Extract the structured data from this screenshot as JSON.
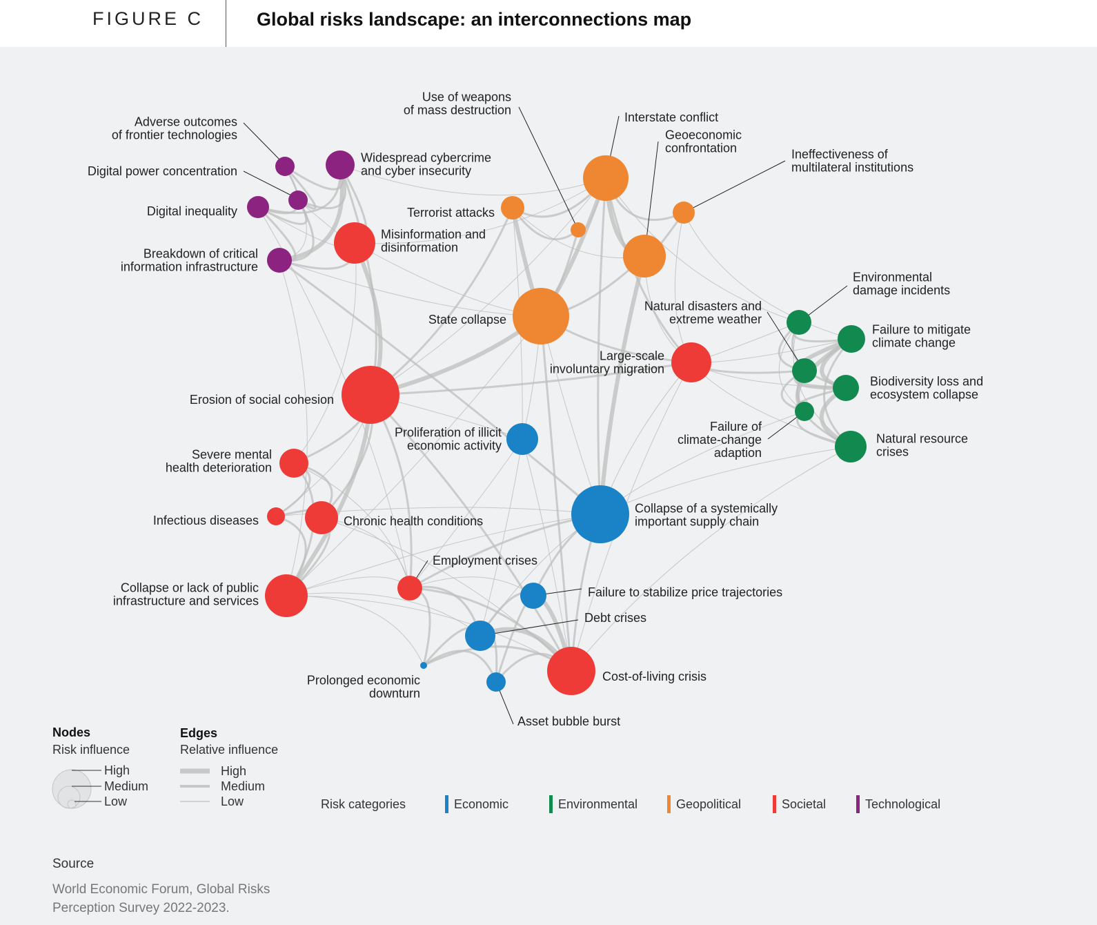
{
  "header": {
    "figure_label": "FIGURE C",
    "title": "Global risks landscape: an interconnections map"
  },
  "colors": {
    "Economic": "#1a82c7",
    "Environmental": "#12894f",
    "Geopolitical": "#ef8632",
    "Societal": "#ef3b38",
    "Technological": "#8c2380"
  },
  "nodes": [
    {
      "id": "frontier",
      "label": [
        "Adverse outcomes",
        "of frontier technologies"
      ],
      "category": "Technological",
      "influence": "low"
    },
    {
      "id": "cyber",
      "label": [
        "Widespread cybercrime",
        "and cyber insecurity"
      ],
      "category": "Technological",
      "influence": "medium"
    },
    {
      "id": "power",
      "label": [
        "Digital power concentration"
      ],
      "category": "Technological",
      "influence": "low"
    },
    {
      "id": "inequality",
      "label": [
        "Digital inequality"
      ],
      "category": "Technological",
      "influence": "low"
    },
    {
      "id": "infra",
      "label": [
        "Breakdown of critical",
        "information infrastructure"
      ],
      "category": "Technological",
      "influence": "low"
    },
    {
      "id": "misinfo",
      "label": [
        "Misinformation and",
        "disinformation"
      ],
      "category": "Societal",
      "influence": "medium"
    },
    {
      "id": "wmd",
      "label": [
        "Use of weapons",
        "of mass destruction"
      ],
      "category": "Geopolitical",
      "influence": "low"
    },
    {
      "id": "interstate",
      "label": [
        "Interstate conflict"
      ],
      "category": "Geopolitical",
      "influence": "high"
    },
    {
      "id": "geoeco",
      "label": [
        "Geoeconomic",
        "confrontation"
      ],
      "category": "Geopolitical",
      "influence": "medium"
    },
    {
      "id": "multilateral",
      "label": [
        "Ineffectiveness of",
        "multilateral institutions"
      ],
      "category": "Geopolitical",
      "influence": "low"
    },
    {
      "id": "terrorist",
      "label": [
        "Terrorist attacks"
      ],
      "category": "Geopolitical",
      "influence": "low"
    },
    {
      "id": "state",
      "label": [
        "State collapse"
      ],
      "category": "Geopolitical",
      "influence": "high"
    },
    {
      "id": "envdamage",
      "label": [
        "Environmental",
        "damage incidents"
      ],
      "category": "Environmental",
      "influence": "low"
    },
    {
      "id": "naturaldis",
      "label": [
        "Natural disasters and",
        "extreme weather"
      ],
      "category": "Environmental",
      "influence": "low"
    },
    {
      "id": "mitigate",
      "label": [
        "Failure to mitigate",
        "climate change"
      ],
      "category": "Environmental",
      "influence": "low"
    },
    {
      "id": "biodiversity",
      "label": [
        "Biodiversity loss and",
        "ecosystem collapse"
      ],
      "category": "Environmental",
      "influence": "low"
    },
    {
      "id": "adaption",
      "label": [
        "Failure of",
        "climate-change",
        "adaption"
      ],
      "category": "Environmental",
      "influence": "low"
    },
    {
      "id": "resource",
      "label": [
        "Natural resource",
        "crises"
      ],
      "category": "Environmental",
      "influence": "low"
    },
    {
      "id": "migration",
      "label": [
        "Large-scale",
        "involuntary migration"
      ],
      "category": "Societal",
      "influence": "medium"
    },
    {
      "id": "cohesion",
      "label": [
        "Erosion of social cohesion"
      ],
      "category": "Societal",
      "influence": "high"
    },
    {
      "id": "illicit",
      "label": [
        "Proliferation of illicit",
        "economic activity"
      ],
      "category": "Economic",
      "influence": "low"
    },
    {
      "id": "mental",
      "label": [
        "Severe mental",
        "health deterioration"
      ],
      "category": "Societal",
      "influence": "low"
    },
    {
      "id": "infectious",
      "label": [
        "Infectious diseases"
      ],
      "category": "Societal",
      "influence": "low"
    },
    {
      "id": "chronic",
      "label": [
        "Chronic health conditions"
      ],
      "category": "Societal",
      "influence": "low"
    },
    {
      "id": "supply",
      "label": [
        "Collapse of a systemically",
        "important supply chain"
      ],
      "category": "Economic",
      "influence": "high"
    },
    {
      "id": "employment",
      "label": [
        "Employment crises"
      ],
      "category": "Societal",
      "influence": "low"
    },
    {
      "id": "publicinfra",
      "label": [
        "Collapse or lack of public",
        "infrastructure and services"
      ],
      "category": "Societal",
      "influence": "medium"
    },
    {
      "id": "price",
      "label": [
        "Failure to stabilize price trajectories"
      ],
      "category": "Economic",
      "influence": "low"
    },
    {
      "id": "debt",
      "label": [
        "Debt crises"
      ],
      "category": "Economic",
      "influence": "low"
    },
    {
      "id": "cost",
      "label": [
        "Cost-of-living crisis"
      ],
      "category": "Societal",
      "influence": "high"
    },
    {
      "id": "prolonged",
      "label": [
        "Prolonged economic",
        "downturn"
      ],
      "category": "Economic",
      "influence": "low"
    },
    {
      "id": "bubble",
      "label": [
        "Asset bubble burst"
      ],
      "category": "Economic",
      "influence": "low"
    }
  ],
  "edges": [
    [
      "frontier",
      "cyber",
      2
    ],
    [
      "frontier",
      "power",
      2
    ],
    [
      "frontier",
      "inequality",
      2
    ],
    [
      "frontier",
      "infra",
      1
    ],
    [
      "cyber",
      "power",
      2
    ],
    [
      "cyber",
      "inequality",
      2
    ],
    [
      "cyber",
      "infra",
      3
    ],
    [
      "cyber",
      "misinfo",
      2
    ],
    [
      "cyber",
      "cohesion",
      2
    ],
    [
      "cyber",
      "interstate",
      1
    ],
    [
      "power",
      "inequality",
      2
    ],
    [
      "power",
      "infra",
      2
    ],
    [
      "power",
      "misinfo",
      1
    ],
    [
      "inequality",
      "infra",
      2
    ],
    [
      "inequality",
      "misinfo",
      1
    ],
    [
      "inequality",
      "employment",
      1
    ],
    [
      "infra",
      "misinfo",
      2
    ],
    [
      "infra",
      "state",
      1
    ],
    [
      "infra",
      "supply",
      2
    ],
    [
      "infra",
      "publicinfra",
      1
    ],
    [
      "misinfo",
      "cohesion",
      3
    ],
    [
      "misinfo",
      "state",
      1
    ],
    [
      "misinfo",
      "mental",
      1
    ],
    [
      "misinfo",
      "interstate",
      1
    ],
    [
      "wmd",
      "interstate",
      1
    ],
    [
      "wmd",
      "state",
      2
    ],
    [
      "wmd",
      "terrorist",
      2
    ],
    [
      "interstate",
      "geoeco",
      3
    ],
    [
      "interstate",
      "state",
      3
    ],
    [
      "interstate",
      "terrorist",
      2
    ],
    [
      "interstate",
      "multilateral",
      2
    ],
    [
      "interstate",
      "migration",
      2
    ],
    [
      "interstate",
      "supply",
      2
    ],
    [
      "interstate",
      "cohesion",
      1
    ],
    [
      "interstate",
      "envdamage",
      1
    ],
    [
      "geoeco",
      "state",
      2
    ],
    [
      "geoeco",
      "supply",
      3
    ],
    [
      "geoeco",
      "multilateral",
      2
    ],
    [
      "geoeco",
      "terrorist",
      1
    ],
    [
      "geoeco",
      "migration",
      1
    ],
    [
      "multilateral",
      "mitigate",
      1
    ],
    [
      "multilateral",
      "migration",
      1
    ],
    [
      "terrorist",
      "state",
      3
    ],
    [
      "terrorist",
      "cohesion",
      2
    ],
    [
      "terrorist",
      "illicit",
      1
    ],
    [
      "state",
      "cohesion",
      3
    ],
    [
      "state",
      "migration",
      2
    ],
    [
      "state",
      "illicit",
      1
    ],
    [
      "state",
      "supply",
      1
    ],
    [
      "state",
      "cost",
      2
    ],
    [
      "state",
      "publicinfra",
      1
    ],
    [
      "cohesion",
      "migration",
      2
    ],
    [
      "cohesion",
      "mental",
      2
    ],
    [
      "cohesion",
      "chronic",
      2
    ],
    [
      "cohesion",
      "publicinfra",
      3
    ],
    [
      "cohesion",
      "employment",
      2
    ],
    [
      "cohesion",
      "cost",
      2
    ],
    [
      "cohesion",
      "infectious",
      1
    ],
    [
      "cohesion",
      "illicit",
      1
    ],
    [
      "migration",
      "naturaldis",
      2
    ],
    [
      "migration",
      "envdamage",
      1
    ],
    [
      "migration",
      "mitigate",
      1
    ],
    [
      "migration",
      "biodiversity",
      1
    ],
    [
      "migration",
      "resource",
      1
    ],
    [
      "migration",
      "cost",
      1
    ],
    [
      "migration",
      "supply",
      1
    ],
    [
      "envdamage",
      "naturaldis",
      2
    ],
    [
      "envdamage",
      "mitigate",
      2
    ],
    [
      "envdamage",
      "biodiversity",
      2
    ],
    [
      "envdamage",
      "adaption",
      1
    ],
    [
      "envdamage",
      "resource",
      1
    ],
    [
      "naturaldis",
      "mitigate",
      3
    ],
    [
      "naturaldis",
      "biodiversity",
      3
    ],
    [
      "naturaldis",
      "adaption",
      2
    ],
    [
      "naturaldis",
      "resource",
      2
    ],
    [
      "mitigate",
      "biodiversity",
      3
    ],
    [
      "mitigate",
      "adaption",
      3
    ],
    [
      "mitigate",
      "resource",
      2
    ],
    [
      "biodiversity",
      "adaption",
      2
    ],
    [
      "biodiversity",
      "resource",
      3
    ],
    [
      "adaption",
      "resource",
      2
    ],
    [
      "adaption",
      "supply",
      1
    ],
    [
      "resource",
      "cost",
      1
    ],
    [
      "resource",
      "supply",
      1
    ],
    [
      "illicit",
      "employment",
      1
    ],
    [
      "illicit",
      "cost",
      1
    ],
    [
      "illicit",
      "debt",
      1
    ],
    [
      "mental",
      "chronic",
      2
    ],
    [
      "mental",
      "infectious",
      2
    ],
    [
      "mental",
      "publicinfra",
      2
    ],
    [
      "mental",
      "employment",
      1
    ],
    [
      "infectious",
      "chronic",
      2
    ],
    [
      "infectious",
      "publicinfra",
      2
    ],
    [
      "infectious",
      "supply",
      1
    ],
    [
      "chronic",
      "publicinfra",
      2
    ],
    [
      "chronic",
      "employment",
      1
    ],
    [
      "chronic",
      "cost",
      1
    ],
    [
      "supply",
      "cost",
      2
    ],
    [
      "supply",
      "price",
      2
    ],
    [
      "supply",
      "employment",
      2
    ],
    [
      "supply",
      "debt",
      1
    ],
    [
      "supply",
      "publicinfra",
      1
    ],
    [
      "employment",
      "cost",
      2
    ],
    [
      "employment",
      "debt",
      2
    ],
    [
      "employment",
      "price",
      1
    ],
    [
      "employment",
      "prolonged",
      2
    ],
    [
      "employment",
      "publicinfra",
      1
    ],
    [
      "publicinfra",
      "cost",
      1
    ],
    [
      "publicinfra",
      "debt",
      1
    ],
    [
      "publicinfra",
      "prolonged",
      1
    ],
    [
      "price",
      "cost",
      3
    ],
    [
      "price",
      "debt",
      2
    ],
    [
      "price",
      "bubble",
      2
    ],
    [
      "debt",
      "cost",
      3
    ],
    [
      "debt",
      "bubble",
      2
    ],
    [
      "debt",
      "prolonged",
      2
    ],
    [
      "cost",
      "bubble",
      2
    ],
    [
      "cost",
      "prolonged",
      2
    ],
    [
      "prolonged",
      "bubble",
      2
    ]
  ],
  "legend": {
    "nodes_title": "Nodes",
    "nodes_subtitle": "Risk influence",
    "node_levels": [
      "High",
      "Medium",
      "Low"
    ],
    "edges_title": "Edges",
    "edges_subtitle": "Relative influence",
    "edge_levels": [
      "High",
      "Medium",
      "Low"
    ],
    "categories_label": "Risk categories",
    "categories": [
      "Economic",
      "Environmental",
      "Geopolitical",
      "Societal",
      "Technological"
    ]
  },
  "source": {
    "heading": "Source",
    "text": "World Economic Forum, Global Risks Perception Survey 2022-2023."
  }
}
